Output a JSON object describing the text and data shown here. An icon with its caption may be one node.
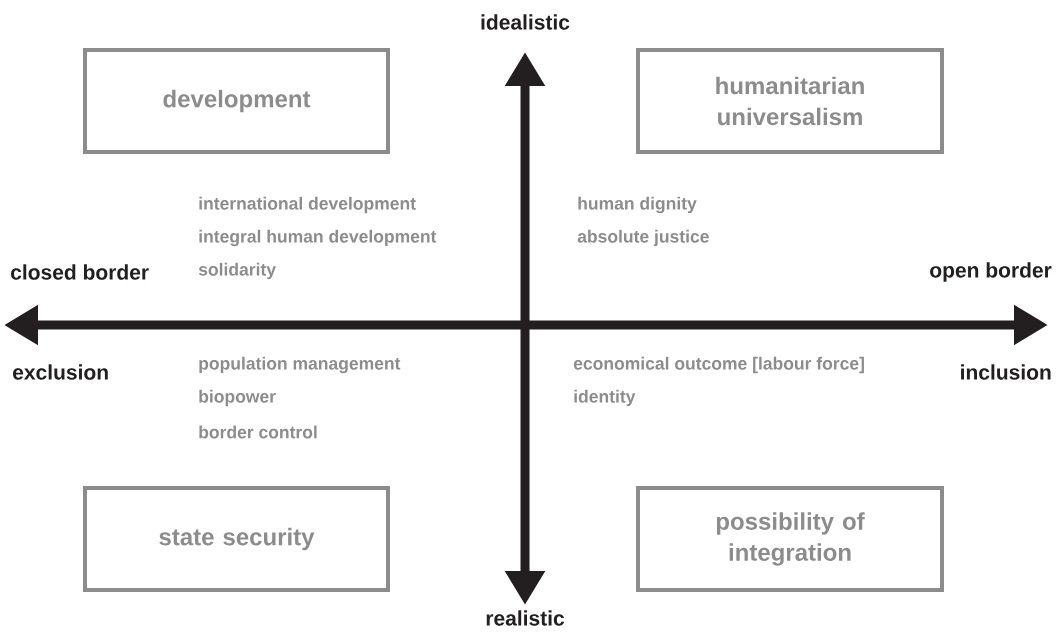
{
  "diagram": {
    "nodes": [
      {
        "text": [
          "development"
        ]
      },
      {
        "text": [
          "humanitarian universalism"
        ]
      },
      {
        "text": [
          "state security"
        ]
      },
      {
        "text": [
          "possibility of integration"
        ]
      }
    ],
    "labels": [
      "idealistic",
      "international development",
      "integral human development",
      "solidarity",
      "human dignity",
      "absolute justice",
      "closed border",
      "open border",
      "exclusion",
      "population management",
      "biopower",
      "border control",
      "economical outcome [labour force]",
      "identity",
      "inclusion",
      "realistic"
    ]
  }
}
